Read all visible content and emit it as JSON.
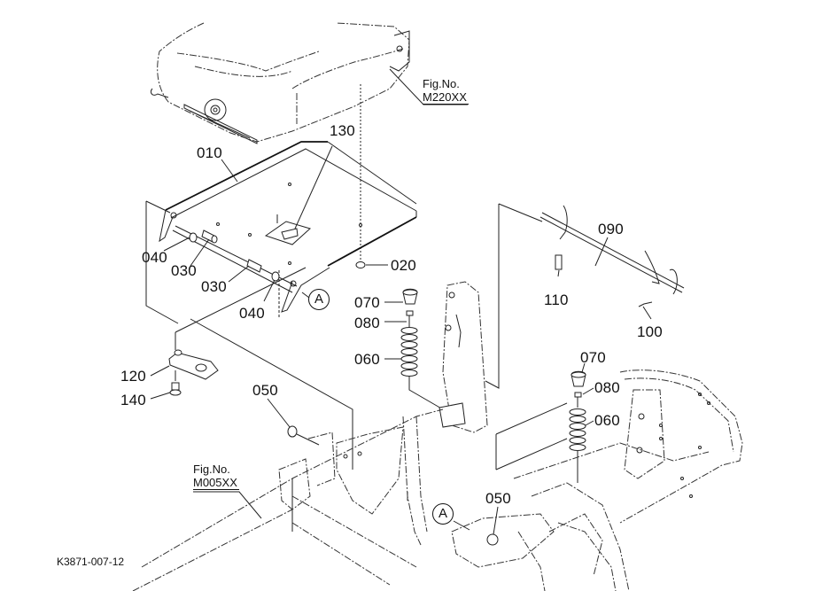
{
  "diagram": {
    "type": "exploded-parts-diagram",
    "document_id": "K3871-007-12",
    "figure_refs": [
      {
        "label": "Fig.No.",
        "code": "M220XX",
        "refers_to": "seat"
      },
      {
        "label": "Fig.No.",
        "code": "M005XX",
        "refers_to": "frame"
      }
    ],
    "connector_marks": [
      "A",
      "A"
    ],
    "part_labels": [
      {
        "id": "010",
        "part": "seat-base-plate"
      },
      {
        "id": "130",
        "part": "plate-clip"
      },
      {
        "id": "020",
        "part": "nut"
      },
      {
        "id": "030",
        "part": "pin-upper"
      },
      {
        "id": "030",
        "part": "pin-lower"
      },
      {
        "id": "040",
        "part": "washer-upper"
      },
      {
        "id": "040",
        "part": "washer-lower"
      },
      {
        "id": "070",
        "part": "cushion-cap-left"
      },
      {
        "id": "080",
        "part": "bolt-left"
      },
      {
        "id": "060",
        "part": "spring-left"
      },
      {
        "id": "070",
        "part": "cushion-cap-right"
      },
      {
        "id": "080",
        "part": "bolt-right"
      },
      {
        "id": "060",
        "part": "spring-right"
      },
      {
        "id": "090",
        "part": "lever-rod"
      },
      {
        "id": "110",
        "part": "spring-small"
      },
      {
        "id": "100",
        "part": "pin-clip"
      },
      {
        "id": "120",
        "part": "stay-plate"
      },
      {
        "id": "140",
        "part": "bolt-stay"
      },
      {
        "id": "050",
        "part": "rubber-stop-upper"
      },
      {
        "id": "050",
        "part": "rubber-stop-lower"
      }
    ]
  }
}
